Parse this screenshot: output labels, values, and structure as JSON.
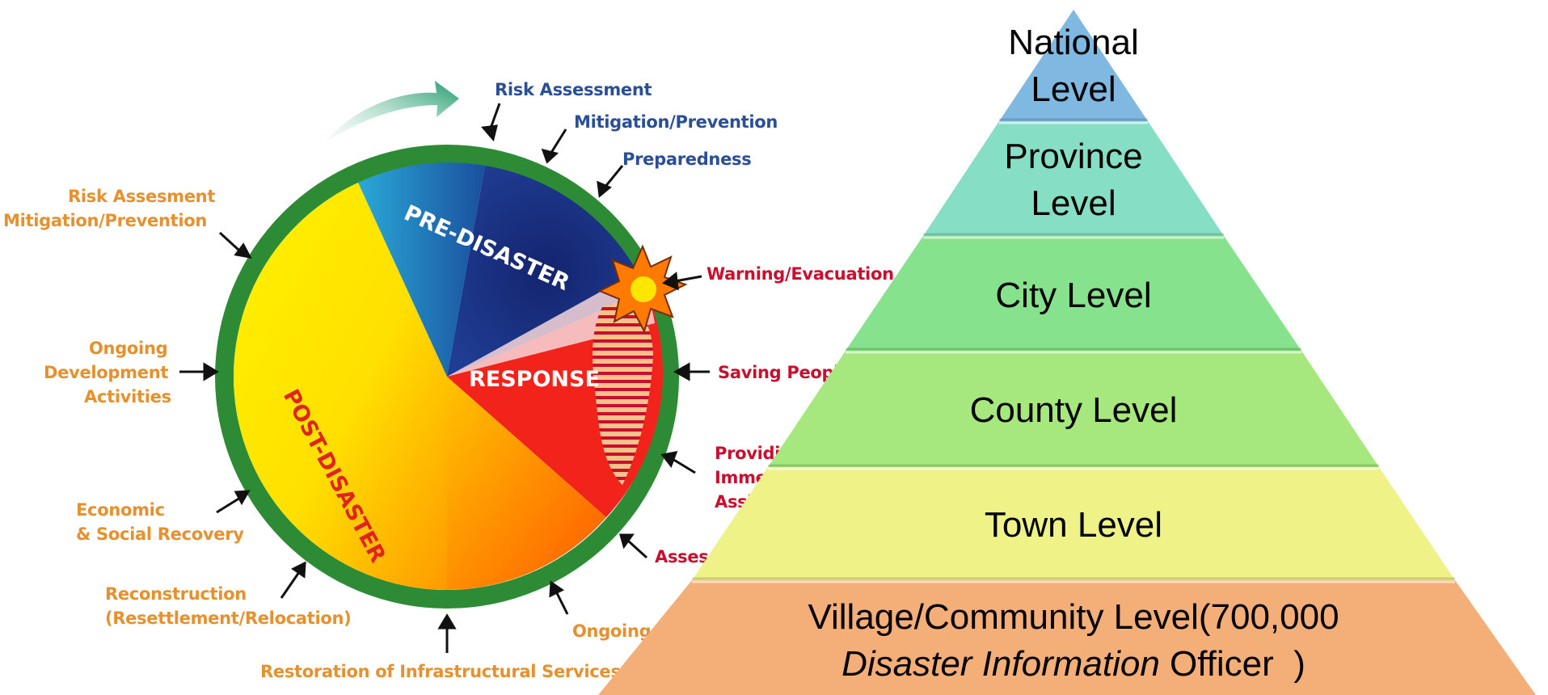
{
  "cycle": {
    "sectors": {
      "pre": "PRE-DISASTER",
      "response": "RESPONSE",
      "post": "POST-DISASTER"
    },
    "labels": {
      "risk_assessment": "Risk Assessment",
      "mitigation_prevention": "Mitigation/Prevention",
      "preparedness": "Preparedness",
      "warning_evacuation": "Warning/Evacuation",
      "saving_people": "Saving People",
      "providing_1": "Providing",
      "providing_2": "Immediate",
      "providing_3": "Assistance",
      "assessing_damage": "Assessing Damage",
      "ongoing_assistance": "Ongoing Assistance",
      "restoration": "Restoration of Infrastructural Services",
      "reconstruction_1": "Reconstruction",
      "reconstruction_2": "(Resettlement/Relocation)",
      "economic_1": "Economic",
      "economic_2": "& Social Recovery",
      "ongoing_dev_1": "Ongoing",
      "ongoing_dev_2": "Development",
      "ongoing_dev_3": "Activities",
      "left_risk_1": "Risk Assesment",
      "left_risk_2": "Mitigation/Prevention"
    },
    "colors": {
      "ring": "#2e8b35",
      "pre_dark": "#1a2f7a",
      "pre_light": "#1a8fc0",
      "response": "#f2231b",
      "post_yellow": "#fff200",
      "label_orange": "#e6912e",
      "label_blue": "#2a4f96",
      "label_red": "#c8102e"
    }
  },
  "pyramid": {
    "levels": [
      {
        "line1": "National",
        "line2": "Level",
        "color": "#7fb8e0"
      },
      {
        "line1": "Province",
        "line2": "Level",
        "color": "#86dfc4"
      },
      {
        "line1": "City Level",
        "line2": "",
        "color": "#86e28c"
      },
      {
        "line1": "County Level",
        "line2": "",
        "color": "#a6e87e"
      },
      {
        "line1": "Town Level",
        "line2": "",
        "color": "#eef287"
      },
      {
        "line1": "Village/Community Level(700,000",
        "line2_italic": "Disaster Information",
        "line2_rest": " Officer  )",
        "color": "#f4ae78"
      }
    ]
  }
}
